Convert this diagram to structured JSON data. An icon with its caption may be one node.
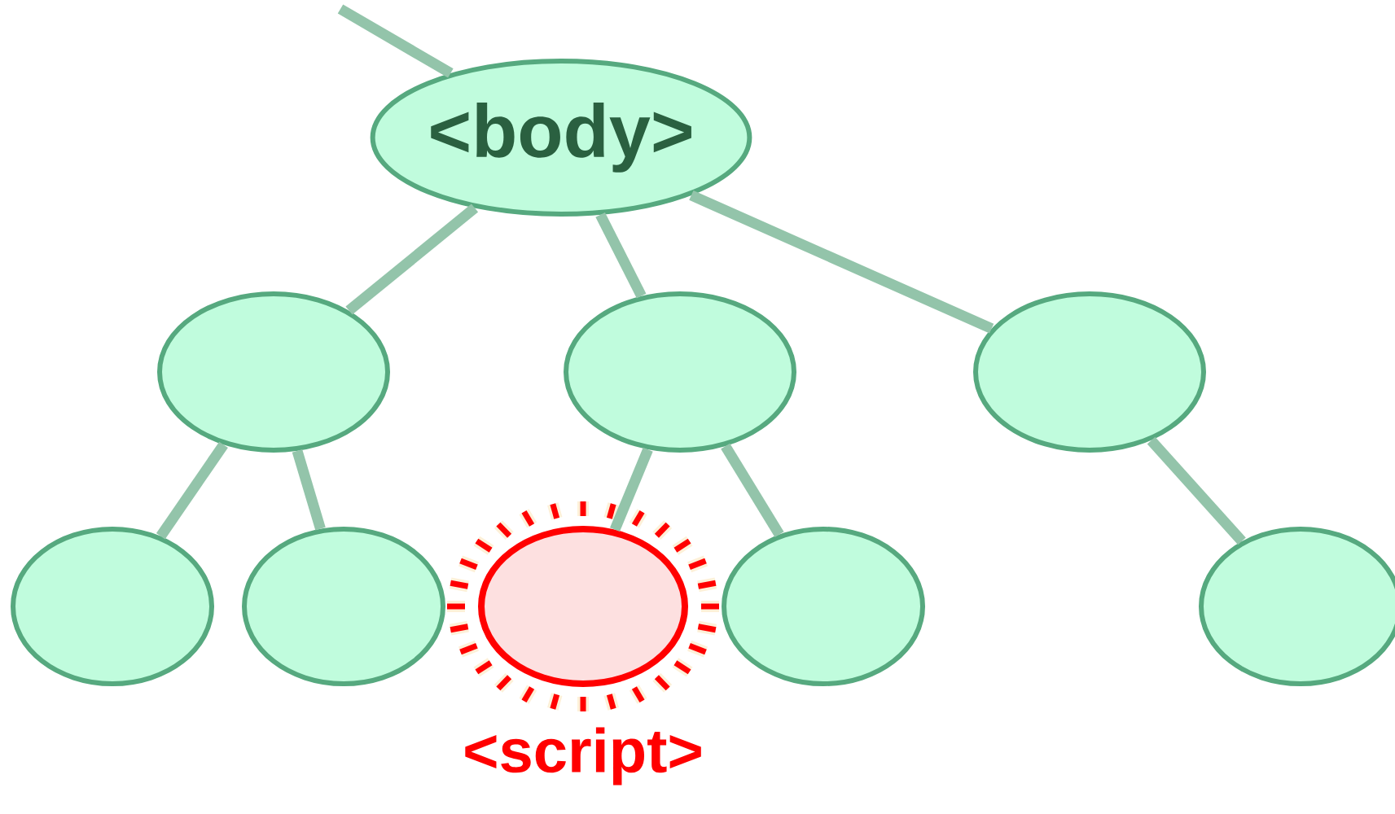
{
  "diagram": {
    "nodes": [
      {
        "text": [
          "<body>"
        ]
      },
      {
        "text": [],
        "shape": "ellipse"
      },
      {
        "text": [],
        "shape": "ellipse"
      },
      {
        "text": [],
        "shape": "ellipse"
      },
      {
        "text": [],
        "shape": "ellipse"
      },
      {
        "text": [],
        "shape": "ellipse"
      },
      {
        "text": [
          "<script>"
        ]
      },
      {
        "text": [],
        "shape": "ellipse"
      },
      {
        "text": [],
        "shape": "ellipse"
      }
    ],
    "edges": [
      {
        "from": null,
        "to": 0,
        "arrow": "none"
      },
      {
        "from": 0,
        "to": 1,
        "arrow": "none"
      },
      {
        "from": 0,
        "to": 2,
        "arrow": "none"
      },
      {
        "from": 0,
        "to": 3,
        "arrow": "none"
      },
      {
        "from": 1,
        "to": 4,
        "arrow": "none"
      },
      {
        "from": 1,
        "to": 5,
        "arrow": "none"
      },
      {
        "from": 2,
        "to": 6,
        "arrow": "none"
      },
      {
        "from": 2,
        "to": 7,
        "arrow": "none"
      },
      {
        "from": 3,
        "to": 8,
        "arrow": "none"
      }
    ]
  }
}
